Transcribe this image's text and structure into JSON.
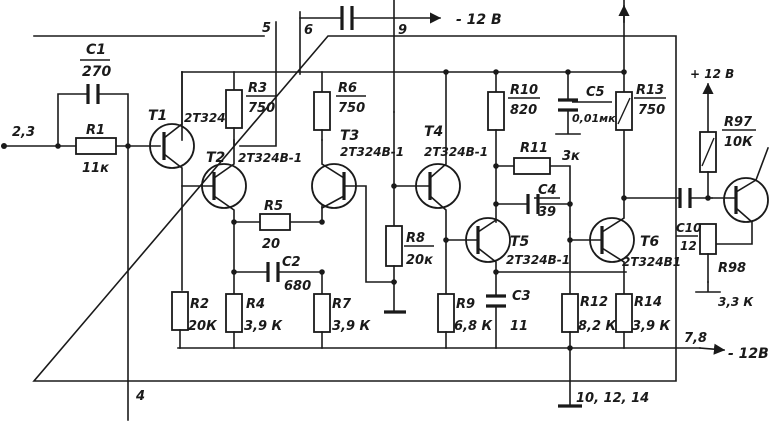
{
  "header": {
    "pin5": "5",
    "pin6": "6",
    "pin9": "9",
    "neg12_top": "- 12 В"
  },
  "io": {
    "in_voltage": "2,3",
    "out_voltage": "7,8",
    "neg12_right": "- 12В",
    "pin4": "4",
    "gnd_pins": "10, 12, 14"
  },
  "components": {
    "C1": {
      "name": "C1",
      "value": "270"
    },
    "R1": {
      "name": "R1",
      "value": "11к"
    },
    "T1": {
      "name": "T1",
      "type": "2T324В"
    },
    "R3": {
      "name": "R3",
      "value": "750"
    },
    "T2": {
      "name": "T2",
      "type": "2T324В-1"
    },
    "R6": {
      "name": "R6",
      "value": "750"
    },
    "T3": {
      "name": "T3",
      "type": "2T324В-1"
    },
    "R5": {
      "name": "R5",
      "value": "20"
    },
    "C2": {
      "name": "C2",
      "value": "680"
    },
    "R2": {
      "name": "R2",
      "value": "20К"
    },
    "R4": {
      "name": "R4",
      "value": "3,9 К"
    },
    "R7": {
      "name": "R7",
      "value": "3,9 К"
    },
    "T4": {
      "name": "T4",
      "type": "2T324В-1"
    },
    "R8": {
      "name": "R8",
      "value": "20к"
    },
    "R9": {
      "name": "R9",
      "value": "6,8 К"
    },
    "R10": {
      "name": "R10",
      "value": "820"
    },
    "C5": {
      "name": "C5",
      "value": "0,01мк"
    },
    "R11": {
      "name": "R11",
      "value": "3к"
    },
    "C4": {
      "name": "C4",
      "value": "39"
    },
    "T5": {
      "name": "T5",
      "type": "2T324В-1"
    },
    "C3": {
      "name": "C3",
      "value": "11"
    },
    "R12": {
      "name": "R12",
      "value": "8,2 К"
    },
    "R13": {
      "name": "R13",
      "value": "750"
    },
    "T6": {
      "name": "T6",
      "type": "2T324В1"
    },
    "R14": {
      "name": "R14",
      "value": "3,9 К"
    },
    "plus12": "+ 12 В",
    "R97": {
      "name": "R97",
      "value": "10К"
    },
    "C10": {
      "name": "C10",
      "value": "12"
    },
    "R98": {
      "name": "R98",
      "value": "3,3 К"
    }
  }
}
